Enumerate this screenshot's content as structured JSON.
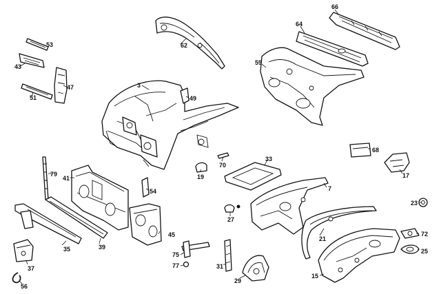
{
  "callouts": [
    {
      "id": "p53",
      "text": "53"
    },
    {
      "id": "p43",
      "text": "43"
    },
    {
      "id": "p47",
      "text": "47"
    },
    {
      "id": "p51",
      "text": "51"
    },
    {
      "id": "p62",
      "text": "62"
    },
    {
      "id": "p3",
      "text": "3"
    },
    {
      "id": "p49",
      "text": "49"
    },
    {
      "id": "p66",
      "text": "66"
    },
    {
      "id": "p64",
      "text": "64"
    },
    {
      "id": "p59",
      "text": "59"
    },
    {
      "id": "p79",
      "text": "79"
    },
    {
      "id": "p41",
      "text": "41"
    },
    {
      "id": "p54",
      "text": "54"
    },
    {
      "id": "p19",
      "text": "19"
    },
    {
      "id": "p70",
      "text": "70"
    },
    {
      "id": "p33",
      "text": "33"
    },
    {
      "id": "p68",
      "text": "68"
    },
    {
      "id": "p17",
      "text": "17"
    },
    {
      "id": "p7",
      "text": "7"
    },
    {
      "id": "p23",
      "text": "23"
    },
    {
      "id": "p27",
      "text": "27"
    },
    {
      "id": "p21",
      "text": "21"
    },
    {
      "id": "p72",
      "text": "72"
    },
    {
      "id": "p25",
      "text": "25"
    },
    {
      "id": "p35",
      "text": "35"
    },
    {
      "id": "p39",
      "text": "39"
    },
    {
      "id": "p45",
      "text": "45"
    },
    {
      "id": "p37",
      "text": "37"
    },
    {
      "id": "p75",
      "text": "75"
    },
    {
      "id": "p77",
      "text": "77"
    },
    {
      "id": "p31",
      "text": "31"
    },
    {
      "id": "p29",
      "text": "29"
    },
    {
      "id": "p15",
      "text": "15"
    },
    {
      "id": "p56",
      "text": "56"
    }
  ]
}
